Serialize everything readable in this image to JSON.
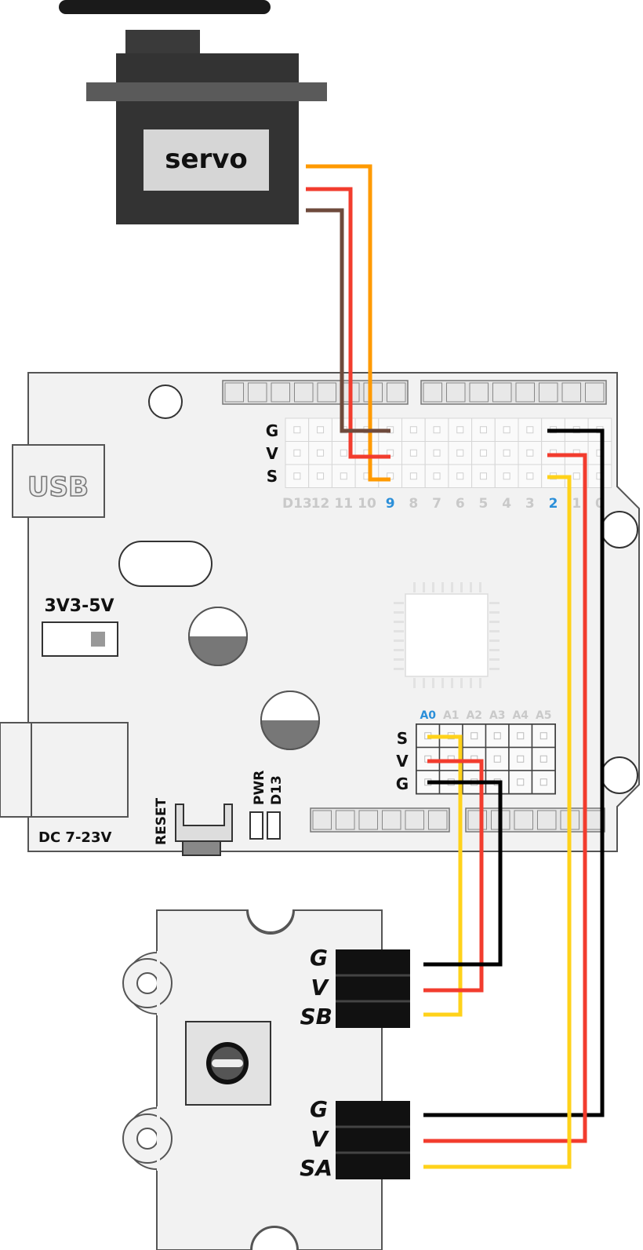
{
  "colors": {
    "wire_orange": "#ff9a00",
    "wire_red": "#f23c2e",
    "wire_brown": "#6e4a3c",
    "wire_yellow": "#ffd21a",
    "wire_black": "#000000",
    "pin_highlight": "#2b8fd9",
    "board_fill": "#f2f2f2",
    "servo_body": "#333333"
  },
  "servo": {
    "label": "servo"
  },
  "board": {
    "usb_label": "USB",
    "power_switch_label": "3V3-5V",
    "dc_label": "DC 7-23V",
    "reset_label": "RESET",
    "pwr_led_label": "PWR",
    "d13_led_label": "D13",
    "digital_row_labels": [
      "G",
      "V",
      "S"
    ],
    "digital_pins": [
      {
        "label": "D13",
        "highlight": false
      },
      {
        "label": "12",
        "highlight": false
      },
      {
        "label": "11",
        "highlight": false
      },
      {
        "label": "10",
        "highlight": false
      },
      {
        "label": "9",
        "highlight": true
      },
      {
        "label": "8",
        "highlight": false
      },
      {
        "label": "7",
        "highlight": false
      },
      {
        "label": "6",
        "highlight": false
      },
      {
        "label": "5",
        "highlight": false
      },
      {
        "label": "4",
        "highlight": false
      },
      {
        "label": "3",
        "highlight": false
      },
      {
        "label": "2",
        "highlight": true
      },
      {
        "label": "1",
        "highlight": false
      },
      {
        "label": "0",
        "highlight": false
      }
    ],
    "analog_row_labels": [
      "S",
      "V",
      "G"
    ],
    "analog_pins": [
      {
        "label": "A0",
        "highlight": true
      },
      {
        "label": "A1",
        "highlight": false
      },
      {
        "label": "A2",
        "highlight": false
      },
      {
        "label": "A3",
        "highlight": false
      },
      {
        "label": "A4",
        "highlight": false
      },
      {
        "label": "A5",
        "highlight": false
      }
    ]
  },
  "module": {
    "upper_connector_labels": [
      "G",
      "V",
      "SB"
    ],
    "lower_connector_labels": [
      "G",
      "V",
      "SA"
    ]
  }
}
